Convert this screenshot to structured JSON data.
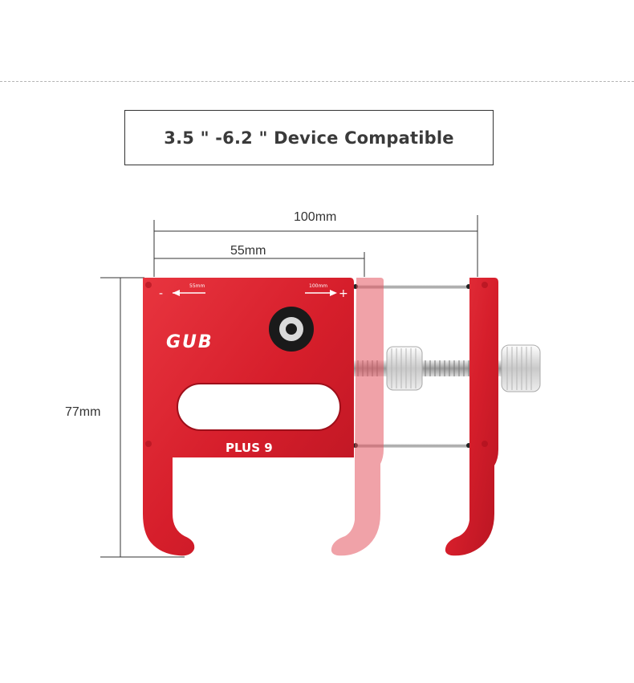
{
  "headline": "3.5 \" -6.2 \" Device Compatible",
  "dimensions": {
    "width_max": "100mm",
    "width_min": "55mm",
    "height": "77mm"
  },
  "product": {
    "brand_logo": "GUB",
    "model": "PLUS 9",
    "scale_min": "55mm",
    "scale_max": "100mm",
    "scale_minus": "-",
    "scale_plus": "+",
    "color": "#d9212e",
    "ghost_color": "#ec8d94"
  }
}
